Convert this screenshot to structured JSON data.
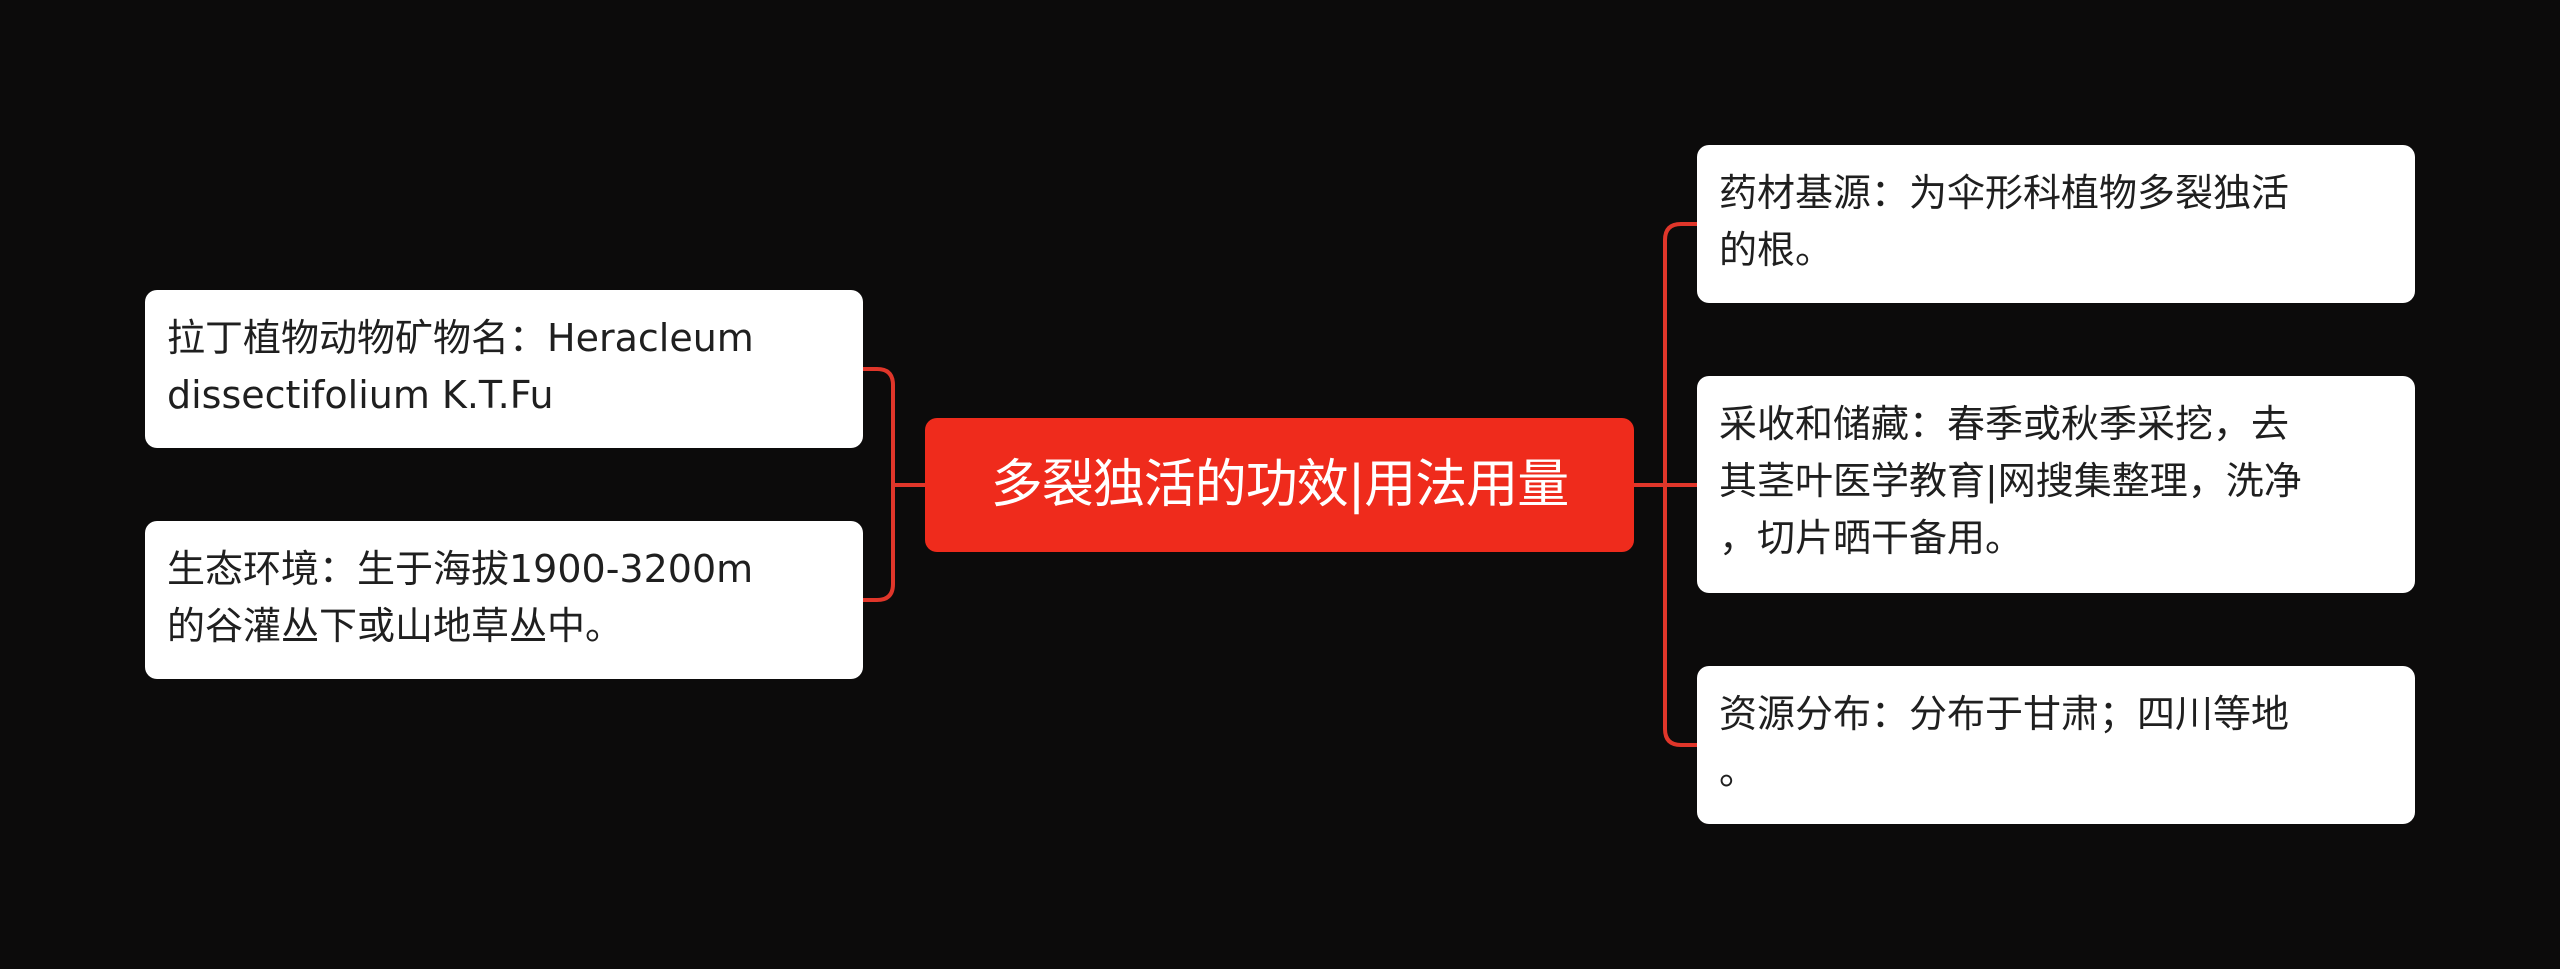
{
  "colors": {
    "background": "#0c0b0b",
    "central_topic": "#ef2b1c",
    "connector": "#e0362a",
    "node_fill": "#ffffff",
    "node_text": "#1f1f1f"
  },
  "central_topic": {
    "text": "多裂独活的功效|用法用量"
  },
  "left_nodes": [
    {
      "id": "latin-name",
      "lines": [
        "拉丁植物动物矿物名：Heracleum",
        "dissectifolium K.T.Fu"
      ]
    },
    {
      "id": "habitat",
      "lines": [
        "生态环境：生于海拔1900-3200m",
        "的谷灌丛下或山地草丛中。"
      ]
    }
  ],
  "right_nodes": [
    {
      "id": "source",
      "lines": [
        "药材基源：为伞形科植物多裂独活",
        "的根。"
      ]
    },
    {
      "id": "harvest",
      "lines": [
        "采收和储藏：春季或秋季采挖，去",
        "其茎叶医学教育|网搜集整理，洗净",
        "，切片晒干备用。"
      ]
    },
    {
      "id": "distribution",
      "lines": [
        "资源分布：分布于甘肃；四川等地",
        "。"
      ]
    }
  ]
}
